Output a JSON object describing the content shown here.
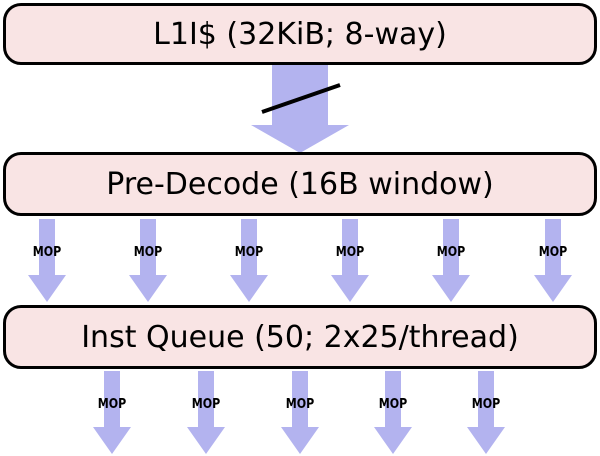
{
  "colors": {
    "background": "#ffffff",
    "box_fill": "#f9e4e4",
    "box_border": "#000000",
    "arrow_fill": "#b3b3ef",
    "text": "#000000"
  },
  "boxes": {
    "l1i": {
      "label": "L1I$ (32KiB; 8-way)"
    },
    "predecode": {
      "label": "Pre-Decode (16B window)"
    },
    "inst_queue": {
      "label": "Inst Queue (50; 2x25/thread)"
    }
  },
  "arrows": {
    "mop_label": "MOP",
    "fetch_arrow_count": 1,
    "predecode_out_count": 6,
    "inst_queue_out_count": 5
  }
}
